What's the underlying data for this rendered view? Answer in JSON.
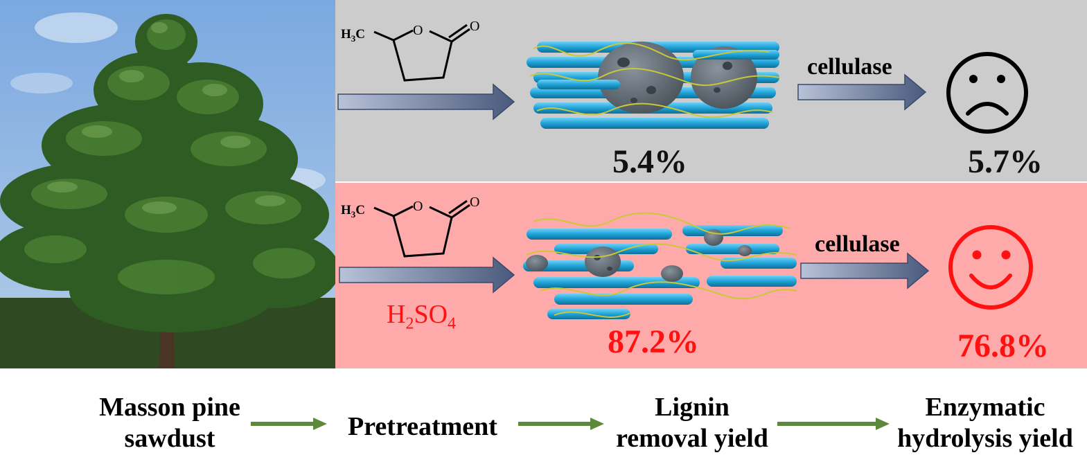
{
  "colors": {
    "top_panel": "#cccccc",
    "bottom_panel": "#ffaaaa",
    "red_text": "#ff1111",
    "process_arrow": "#4a5a7c",
    "flow_arrow": "#5a8a3a",
    "fiber": "#1fa3d8",
    "lignin": "#5b6570"
  },
  "photo": {
    "icon": "masson-pine-tree-photo"
  },
  "top": {
    "molecule": {
      "methyl": "H",
      "methyl_sub": "3",
      "methyl_c": "C",
      "ring_o": "O",
      "carbonyl_o": "O"
    },
    "enzyme_label": "cellulase",
    "lignin_removal": "5.4%",
    "hydrolysis": "5.7%",
    "face_icon": "sad-face-icon"
  },
  "bottom": {
    "molecule": {
      "methyl": "H",
      "methyl_sub": "3",
      "methyl_c": "C",
      "ring_o": "O",
      "carbonyl_o": "O"
    },
    "catalyst": {
      "h": "H",
      "h_sub": "2",
      "so": "SO",
      "so_sub": "4"
    },
    "enzyme_label": "cellulase",
    "lignin_removal": "87.2%",
    "hydrolysis": "76.8%",
    "face_icon": "happy-face-icon"
  },
  "flow": [
    {
      "line1": "Masson pine",
      "line2": "sawdust"
    },
    {
      "line1": "Pretreatment",
      "line2": ""
    },
    {
      "line1": "Lignin",
      "line2": "removal yield"
    },
    {
      "line1": "Enzymatic",
      "line2": "hydrolysis yield"
    }
  ]
}
